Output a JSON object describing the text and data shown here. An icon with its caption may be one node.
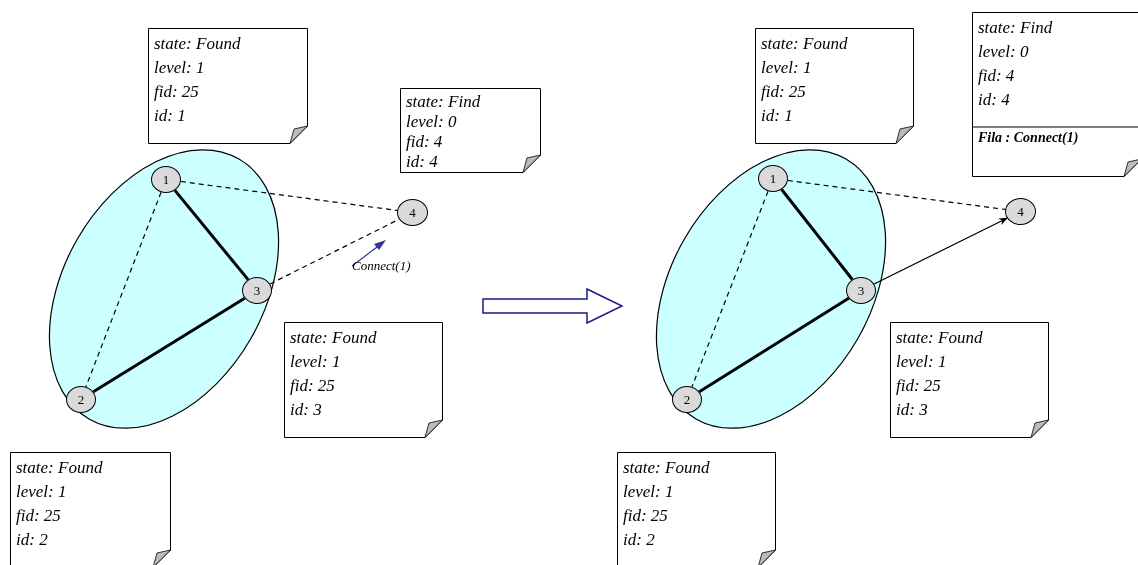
{
  "diagram": {
    "nodes": [
      {
        "text": [],
        "shape": "ellipse"
      },
      {
        "text": [
          "1"
        ],
        "in": 0
      },
      {
        "text": [
          "2"
        ],
        "in": 0
      },
      {
        "text": [
          "3"
        ],
        "in": 0
      },
      {
        "text": [
          "4"
        ]
      },
      {
        "text": [
          "state: Found",
          "level: 1",
          "fid: 25",
          "id: 1"
        ]
      },
      {
        "text": [
          "state: Find",
          "level: 0",
          "fid: 4",
          "id: 4"
        ]
      },
      {
        "text": [
          "state: Found",
          "level: 1",
          "fid: 25",
          "id: 3"
        ]
      },
      {
        "text": [
          "state: Found",
          "level: 1",
          "fid:  25",
          "id: 2"
        ]
      },
      {
        "text": [],
        "shape": "ellipse"
      },
      {
        "text": [
          "1"
        ],
        "in": 9
      },
      {
        "text": [
          "2"
        ],
        "in": 9
      },
      {
        "text": [
          "3"
        ],
        "in": 9
      },
      {
        "text": [
          "4"
        ]
      },
      {
        "text": [
          "state: Found",
          "level: 1",
          "fid: 25",
          "id: 1"
        ]
      },
      {
        "text": [
          "state: Find",
          "level: 0",
          "fid: 4",
          "id: 4",
          "Fila : Connect(1)"
        ]
      },
      {
        "text": [
          "state: Found",
          "level: 1",
          "fid: 25",
          "id: 3"
        ]
      },
      {
        "text": [
          "state: Found",
          "level: 1",
          "fid:  25",
          "id: 2"
        ]
      }
    ],
    "edges": [
      {
        "from": 1,
        "to": 3,
        "arrow": "none",
        "style": "thick"
      },
      {
        "from": 2,
        "to": 3,
        "arrow": "none",
        "style": "thick"
      },
      {
        "from": 1,
        "to": 2,
        "arrow": "none",
        "style": "dashed"
      },
      {
        "from": 1,
        "to": 4,
        "arrow": "none",
        "style": "dashed"
      },
      {
        "from": 3,
        "to": 4,
        "arrow": "none",
        "style": "dashed"
      },
      {
        "from": 10,
        "to": 12,
        "arrow": "none",
        "style": "thick"
      },
      {
        "from": 11,
        "to": 12,
        "arrow": "none",
        "style": "thick"
      },
      {
        "from": 10,
        "to": 11,
        "arrow": "none",
        "style": "dashed"
      },
      {
        "from": 10,
        "to": 13,
        "arrow": "none",
        "style": "dashed"
      },
      {
        "from": 12,
        "to": 13,
        "arrow": "to"
      }
    ],
    "labels": [
      "Connect(1)"
    ]
  }
}
